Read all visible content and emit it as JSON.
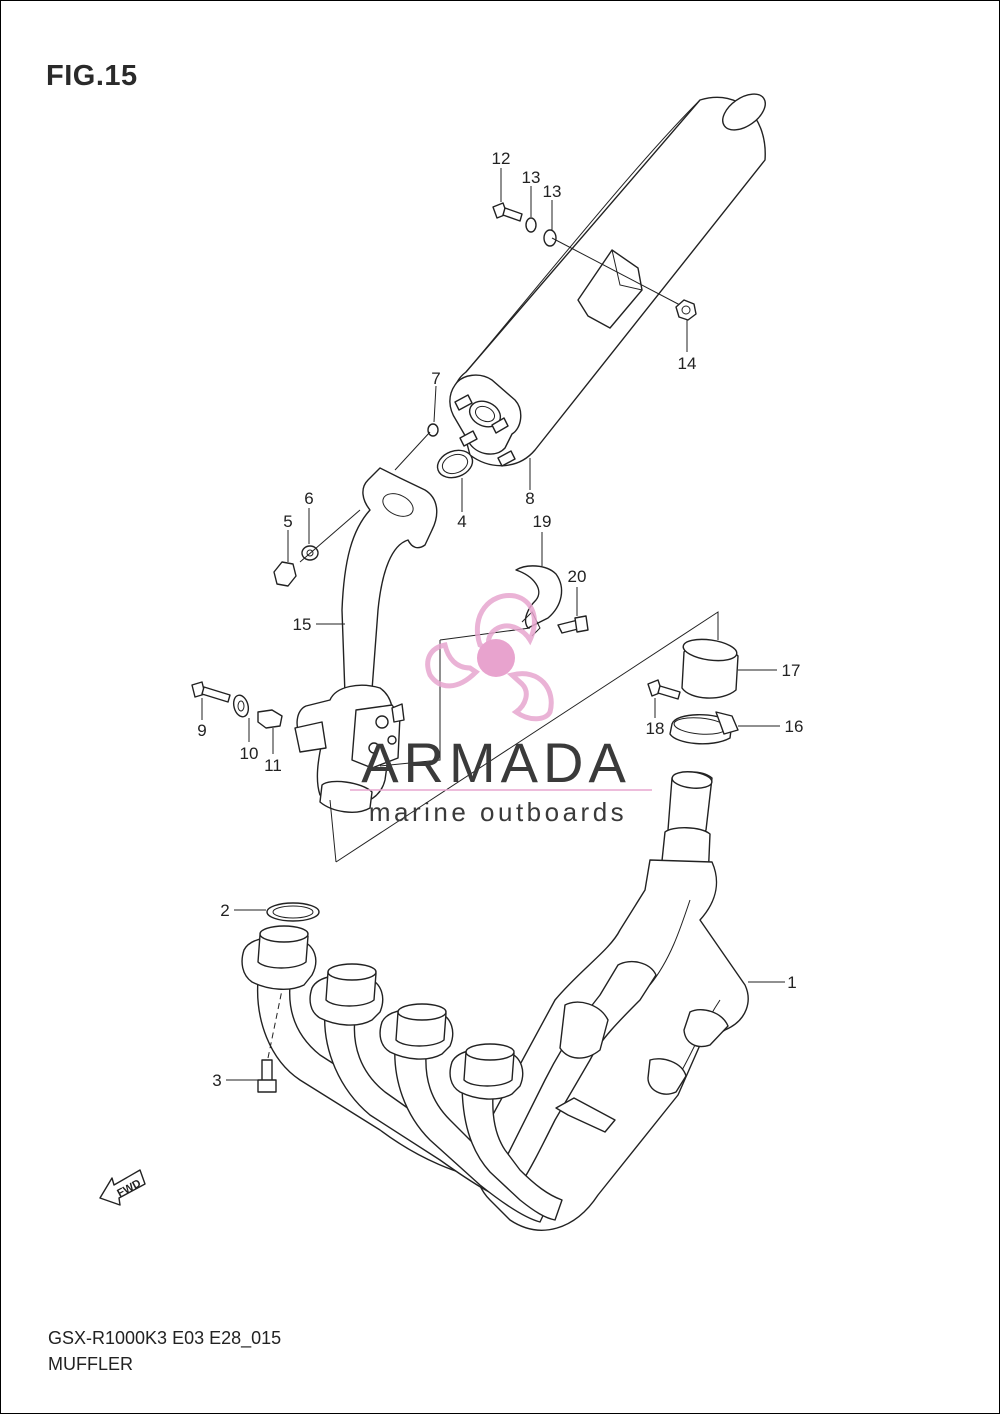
{
  "figure": {
    "title": "FIG.15",
    "model_code": "GSX-R1000K3 E03 E28_015",
    "name": "MUFFLER"
  },
  "callouts": [
    {
      "id": "1",
      "label": "1"
    },
    {
      "id": "2",
      "label": "2"
    },
    {
      "id": "3",
      "label": "3"
    },
    {
      "id": "4",
      "label": "4"
    },
    {
      "id": "5",
      "label": "5"
    },
    {
      "id": "6",
      "label": "6"
    },
    {
      "id": "7",
      "label": "7"
    },
    {
      "id": "8",
      "label": "8"
    },
    {
      "id": "9",
      "label": "9"
    },
    {
      "id": "10",
      "label": "10"
    },
    {
      "id": "11",
      "label": "11"
    },
    {
      "id": "12",
      "label": "12"
    },
    {
      "id": "13a",
      "label": "13"
    },
    {
      "id": "13b",
      "label": "13"
    },
    {
      "id": "14",
      "label": "14"
    },
    {
      "id": "15",
      "label": "15"
    },
    {
      "id": "16",
      "label": "16"
    },
    {
      "id": "17",
      "label": "17"
    },
    {
      "id": "18",
      "label": "18"
    },
    {
      "id": "19",
      "label": "19"
    },
    {
      "id": "20",
      "label": "20"
    }
  ],
  "watermark": {
    "brand": "ARMADA",
    "tagline": "marine outboards",
    "logo_colors": {
      "pink": "#e7a6cf",
      "hub": "#e493c6"
    }
  },
  "fwd_marker": {
    "text": "FWD"
  }
}
